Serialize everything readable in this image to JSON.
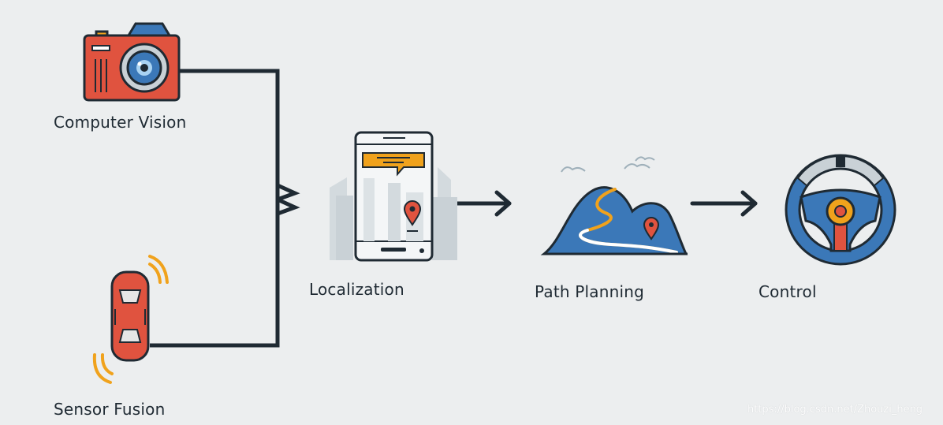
{
  "labels": {
    "computer_vision": "Computer Vision",
    "sensor_fusion": "Sensor Fusion",
    "localization": "Localization",
    "path_planning": "Path Planning",
    "control": "Control"
  },
  "watermark": "https://blog.csdn.net/Zhouzi_heng",
  "icons": {
    "computer_vision": "camera-icon",
    "sensor_fusion": "car-sensor-icon",
    "localization": "phone-map-icon",
    "path_planning": "mountain-route-icon",
    "control": "steering-wheel-icon"
  },
  "colors": {
    "background": "#eceeef",
    "line": "#1f2a33",
    "red": "#e0533f",
    "blue": "#3b78b8",
    "orange": "#f0a21c",
    "gray": "#c9d1d6"
  }
}
